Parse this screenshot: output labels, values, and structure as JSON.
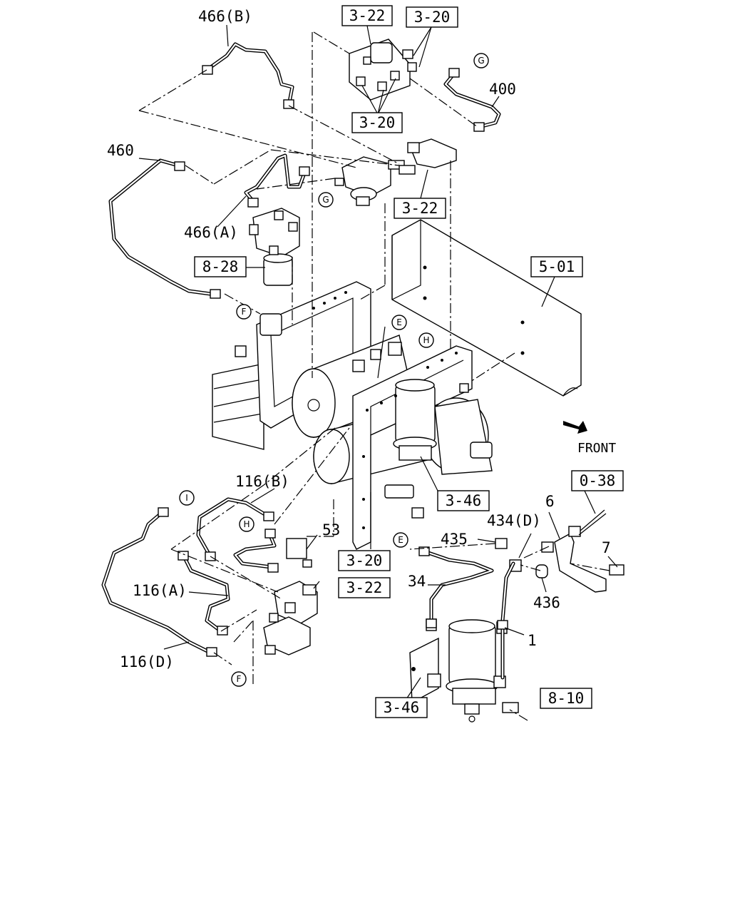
{
  "labels": {
    "l466b": "466(B)",
    "l466a": "466(A)",
    "l460": "460",
    "l400": "400",
    "l116b": "116(B)",
    "l116a": "116(A)",
    "l116d": "116(D)",
    "l53": "53",
    "l34": "34",
    "l435": "435",
    "l434d": "434(D)",
    "l436": "436",
    "l6": "6",
    "l7": "7",
    "l1": "1",
    "front": "FRONT"
  },
  "refs": {
    "r322a": "3-22",
    "r320a": "3-20",
    "r320b": "3-20",
    "r322b": "3-22",
    "r828": "8-28",
    "r501": "5-01",
    "r346a": "3-46",
    "r038": "0-38",
    "r320c": "3-20",
    "r322c": "3-22",
    "r346b": "3-46",
    "r810": "8-10"
  },
  "markers": {
    "g1": "G",
    "g2": "G",
    "f1": "F",
    "f2": "F",
    "e1": "E",
    "e2": "E",
    "h1": "H",
    "h2": "H",
    "i1": "I"
  }
}
